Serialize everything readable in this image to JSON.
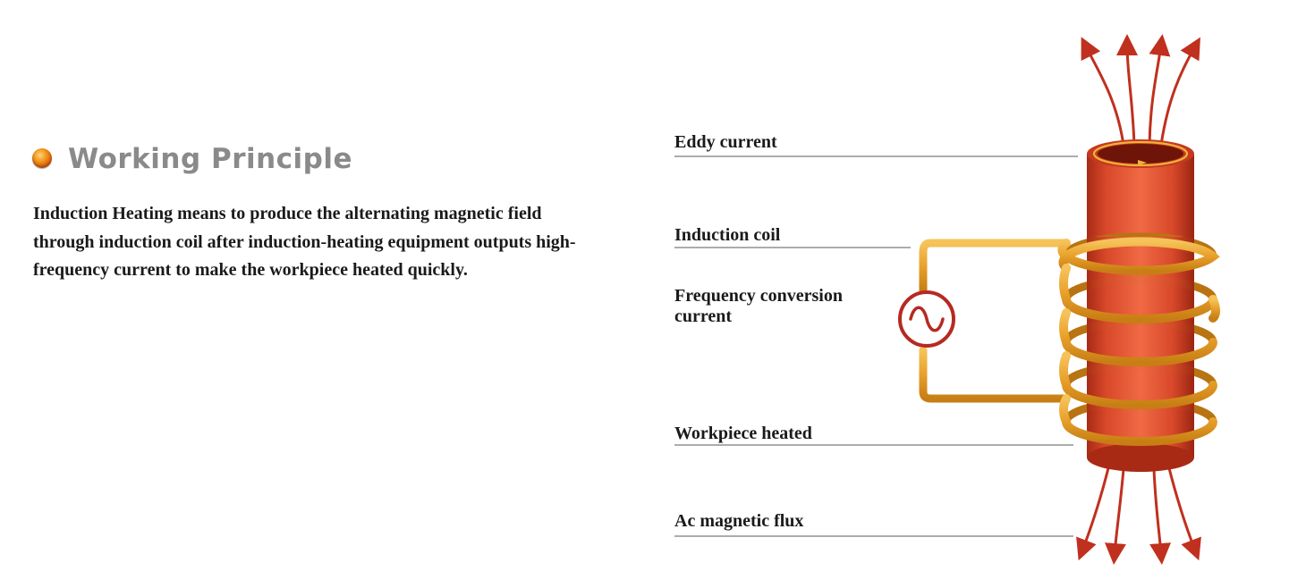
{
  "section": {
    "title": "Working Principle",
    "description": "Induction Heating means to produce the alternating magnetic field through induction coil after induction-heating equipment outputs high-frequency current to make the workpiece heated quickly."
  },
  "diagram": {
    "labels": {
      "eddy_current": "Eddy current",
      "induction_coil": "Induction coil",
      "frequency_conversion_line1": "Frequency conversion",
      "frequency_conversion_line2": "current",
      "workpiece_heated": "Workpiece heated",
      "ac_magnetic_flux": "Ac magnetic flux"
    },
    "colors": {
      "workpiece": "#d84a2a",
      "coil": "#e8a830",
      "flux_arrows": "#c0301e",
      "source_ring": "#b52a22"
    },
    "icons": [
      "ac-source-icon",
      "magnetic-flux-arrow-icon"
    ]
  }
}
